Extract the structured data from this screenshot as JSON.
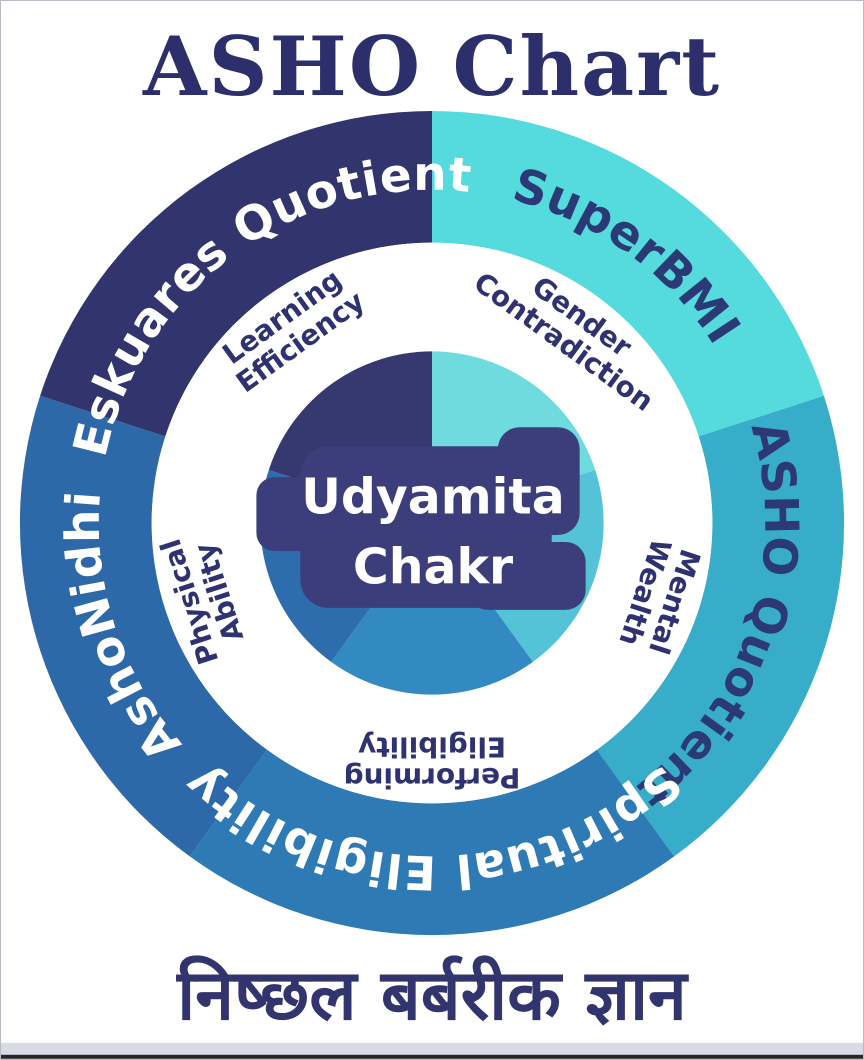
{
  "page": {
    "title": "ASHO Chart",
    "footer": "निष्छल बर्बरीक ज्ञान"
  },
  "wheel": {
    "center_label": {
      "line1": "Udyamita",
      "line2": "Chakr"
    },
    "outer_ring": [
      {
        "label": "Eskuares Quotient",
        "color": "#31346d",
        "label_color": "#ffffff"
      },
      {
        "label": "SuperBMI",
        "color": "#55dade",
        "label_color": "#2b3a74"
      },
      {
        "label": "ASHO Quotient",
        "color": "#38adca",
        "label_color": "#2b3a74"
      },
      {
        "label": "Spiritual Eligibility",
        "color": "#2e7ab5",
        "label_color": "#ffffff"
      },
      {
        "label": "AshoNidhi",
        "color": "#2d68a8",
        "label_color": "#ffffff"
      }
    ],
    "inner_ring": [
      {
        "line1": "Learning",
        "line2": "Efficiency"
      },
      {
        "line1": "Gender",
        "line2": "Contradiction"
      },
      {
        "line1": "Mental",
        "line2": "Wealth"
      },
      {
        "line1": "Performing",
        "line2": "Eligibility"
      },
      {
        "line1": "Physical",
        "line2": "Ability"
      }
    ]
  },
  "colors": {
    "title": "#2c2f6b",
    "footer_text": "#32346e",
    "ring_background": "#ffffff",
    "center_blob": "#3b3e7b",
    "center_text": "#ffffff",
    "inner_label_text": "#2f3270",
    "hub": [
      "#36396f",
      "#6fdbde",
      "#54c2d7",
      "#3389c2",
      "#2d6dae"
    ],
    "bottom_strip": "#d6dbe4",
    "bottom_edge": "#262626"
  }
}
